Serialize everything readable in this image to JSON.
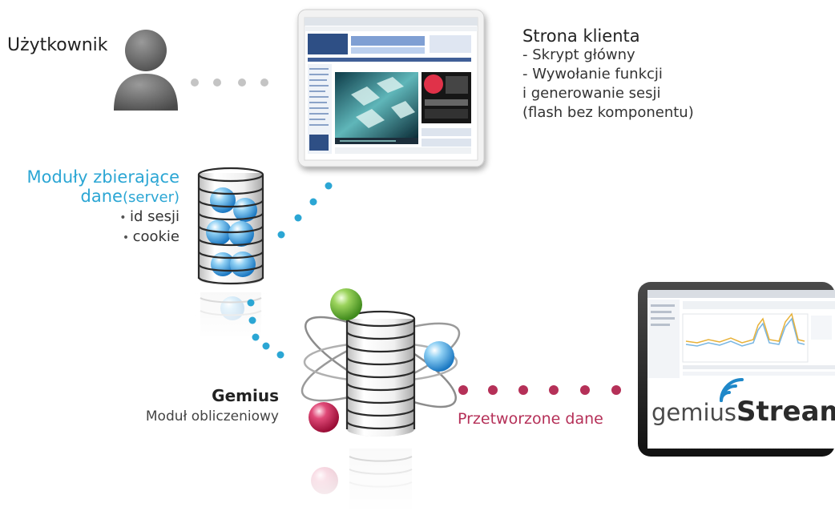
{
  "user": {
    "label": "Użytkownik"
  },
  "client": {
    "title": "Strona klienta",
    "lines": [
      "- Skrypt główny",
      "- Wywołanie funkcji",
      "i generowanie sesji",
      "(flash bez komponentu)"
    ]
  },
  "modules": {
    "title_line1": "Moduły zbierające",
    "title_line2": "dane",
    "server": "(server)",
    "bullets": [
      "id sesji",
      "cookie"
    ]
  },
  "gemius": {
    "title": "Gemius",
    "subtitle": "Moduł obliczeniowy"
  },
  "flow": {
    "processed": "Przetworzone dane"
  },
  "stream": {
    "brand": "gemius",
    "product": "Stream"
  },
  "colors": {
    "accent_blue": "#2ba6d4",
    "accent_red": "#b53058",
    "dot_gray": "#c4c4c4",
    "sphere_green": "#6cb33e",
    "sphere_blue": "#2e95d3",
    "sphere_red": "#c2184a"
  },
  "icons": [
    "user-silhouette-icon",
    "browser-screenshot",
    "server-cylinder-icon",
    "gemius-atom-icon",
    "tablet-dashboard",
    "signal-waves-icon"
  ]
}
